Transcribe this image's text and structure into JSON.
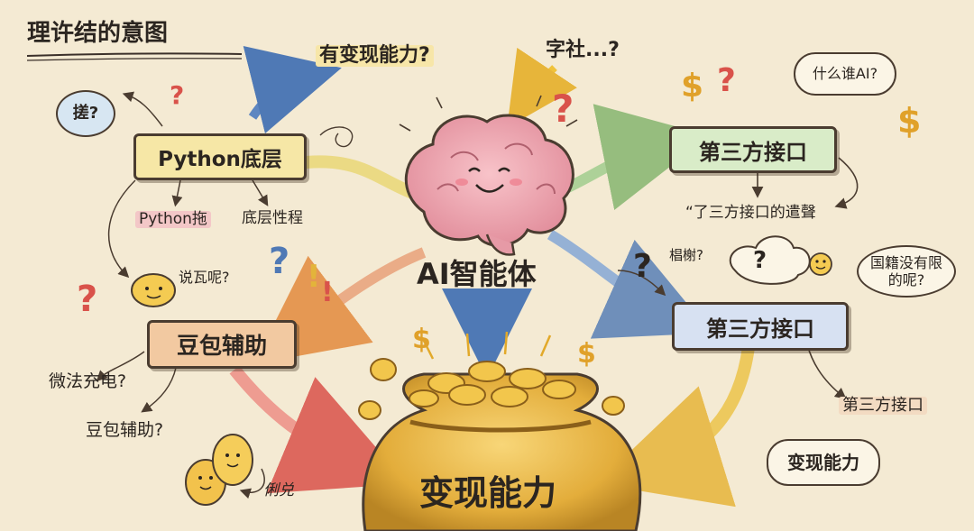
{
  "title": "理许结的意图",
  "center_label": "AI智能体",
  "top_question": "有变现能力?",
  "top_mid_text": "字社...?",
  "nodes": {
    "python_box": "Python底层",
    "python_child_1": "Python拖",
    "python_child_2": "底层性程",
    "doubao_box": "豆包辅助",
    "doubao_q1": "微法充电?",
    "doubao_q2": "豆包辅助?",
    "third_party_top": "第三方接口",
    "third_party_top_note": "“了三方接口的遣聲",
    "third_party_mid": "第三方接口",
    "third_party_small": "第三方接口",
    "money_box": "变现能力",
    "money_bag_label": "变现能力"
  },
  "bubbles": {
    "left_top": "搓?",
    "what_ai": "什么谁AI?",
    "limit": "国籍没有限的呢?",
    "mid_right_note": "椙榭?",
    "blob_talk": "说瓦呢?",
    "bottom_left_note": "俐兑"
  },
  "marks": {
    "question": "?",
    "dollar": "$",
    "bang": "!"
  },
  "colors": {
    "paper": "#f4ead3",
    "ink": "#4a3c30",
    "python_box": "#f6e7a6",
    "doubao_box": "#f2c9a1",
    "third_top_box": "#d9ecc8",
    "third_mid_box": "#d7e1f2",
    "money_box": "#fff4d8",
    "gold": "#e7b53a",
    "brain": "#f3a9b3",
    "red": "#d9524a",
    "blue": "#4f79b5",
    "orange": "#e38a3d"
  }
}
